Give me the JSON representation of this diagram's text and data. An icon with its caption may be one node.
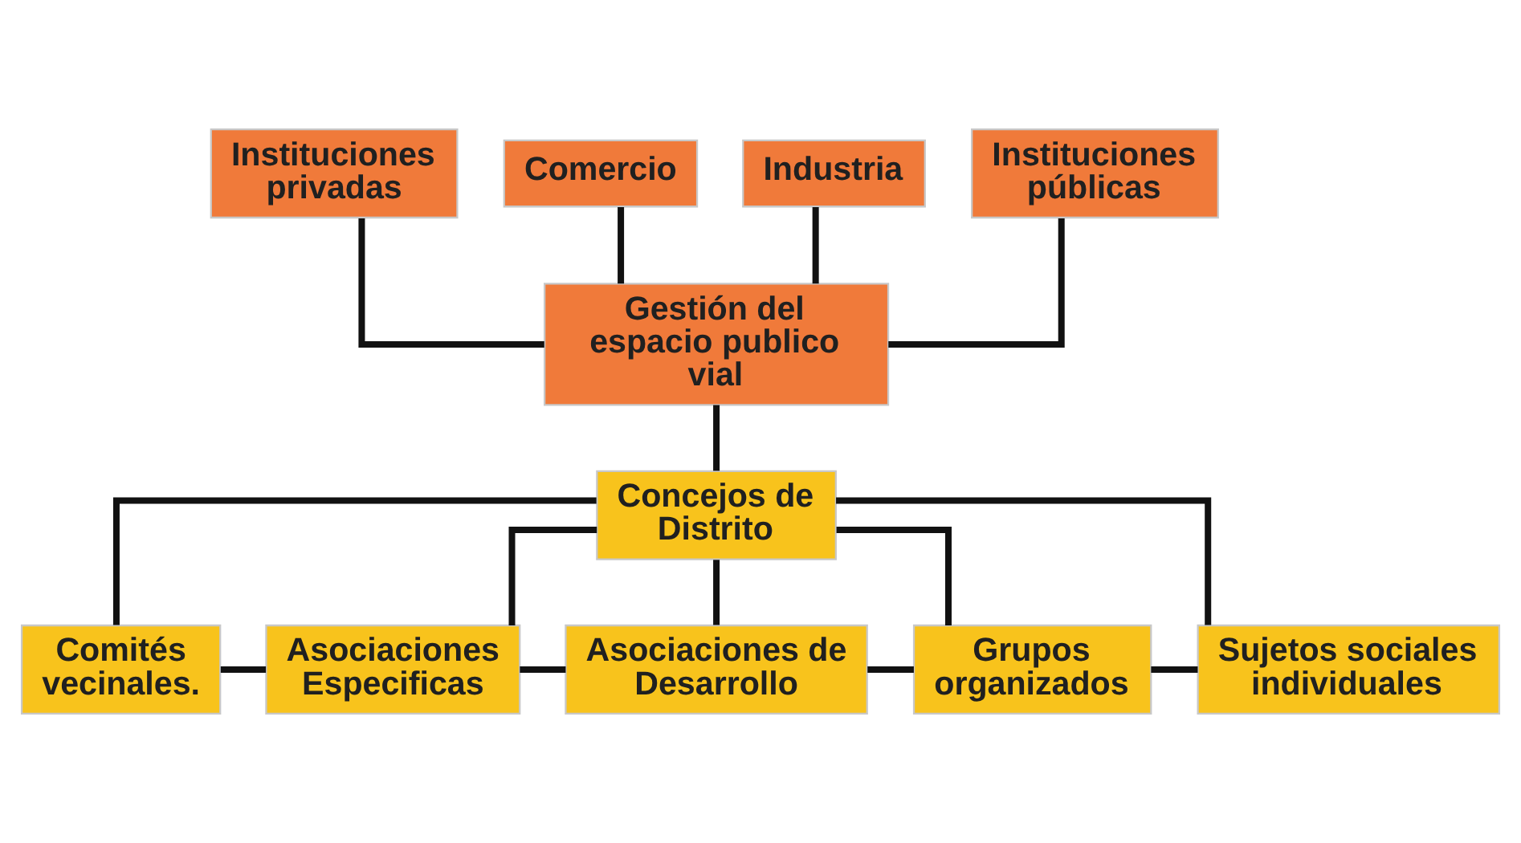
{
  "diagram": {
    "nodes": [
      {
        "text": [
          "Instituciones privadas"
        ]
      },
      {
        "text": [
          "Comercio"
        ]
      },
      {
        "text": [
          "Industria"
        ]
      },
      {
        "text": [
          "Instituciones públicas"
        ]
      },
      {
        "text": [
          "Gestión del espacio publico vial"
        ]
      },
      {
        "text": [
          "Concejos de Distrito"
        ]
      },
      {
        "text": [
          "Comités vecinales."
        ]
      },
      {
        "text": [
          "Asociaciones Especificas"
        ]
      },
      {
        "text": [
          "Asociaciones de Desarrollo"
        ]
      },
      {
        "text": [
          "Grupos organizados"
        ]
      },
      {
        "text": [
          "Sujetos sociales individuales"
        ]
      }
    ],
    "edges": [
      {
        "from": 0,
        "to": 4,
        "arrow": "none"
      },
      {
        "from": 1,
        "to": 4,
        "arrow": "none"
      },
      {
        "from": 2,
        "to": 4,
        "arrow": "none"
      },
      {
        "from": 3,
        "to": 4,
        "arrow": "none"
      },
      {
        "from": 4,
        "to": 5,
        "arrow": "none"
      },
      {
        "from": 5,
        "to": 6,
        "arrow": "none"
      },
      {
        "from": 5,
        "to": 7,
        "arrow": "none"
      },
      {
        "from": 5,
        "to": 8,
        "arrow": "none"
      },
      {
        "from": 5,
        "to": 9,
        "arrow": "none"
      },
      {
        "from": 5,
        "to": 10,
        "arrow": "none"
      },
      {
        "from": 6,
        "to": 7,
        "arrow": "none"
      },
      {
        "from": 7,
        "to": 8,
        "arrow": "none"
      },
      {
        "from": 8,
        "to": 9,
        "arrow": "none"
      },
      {
        "from": 9,
        "to": 10,
        "arrow": "none"
      }
    ]
  }
}
